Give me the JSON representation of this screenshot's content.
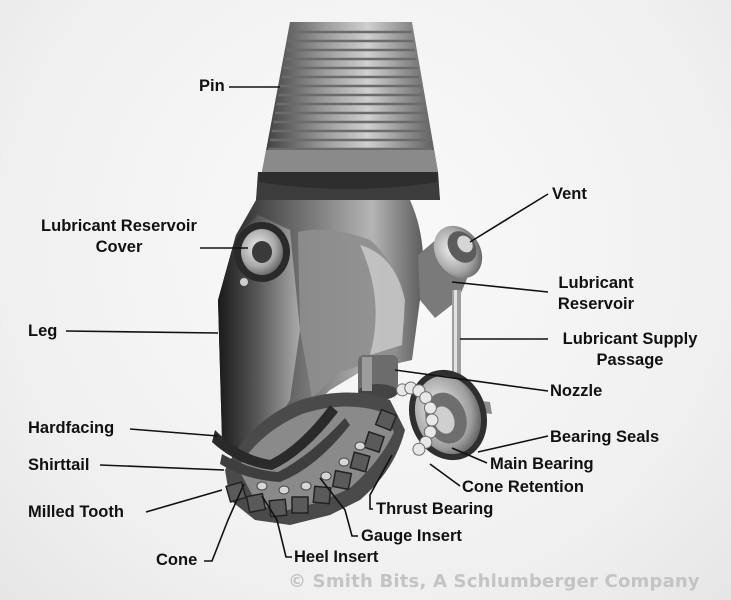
{
  "labels": {
    "pin": "Pin",
    "vent": "Vent",
    "lubricant_reservoir_cover": "Lubricant Reservoir\nCover",
    "lubricant_reservoir": "Lubricant\nReservoir",
    "leg": "Leg",
    "lubricant_supply_passage": "Lubricant Supply\nPassage",
    "nozzle": "Nozzle",
    "hardfacing": "Hardfacing",
    "bearing_seals": "Bearing Seals",
    "shirttail": "Shirttail",
    "main_bearing": "Main Bearing",
    "cone_retention": "Cone Retention",
    "milled_tooth": "Milled Tooth",
    "thrust_bearing": "Thrust Bearing",
    "gauge_insert": "Gauge Insert",
    "cone": "Cone",
    "heel_insert": "Heel Insert"
  },
  "credit": "© Smith Bits, A Schlumberger Company"
}
